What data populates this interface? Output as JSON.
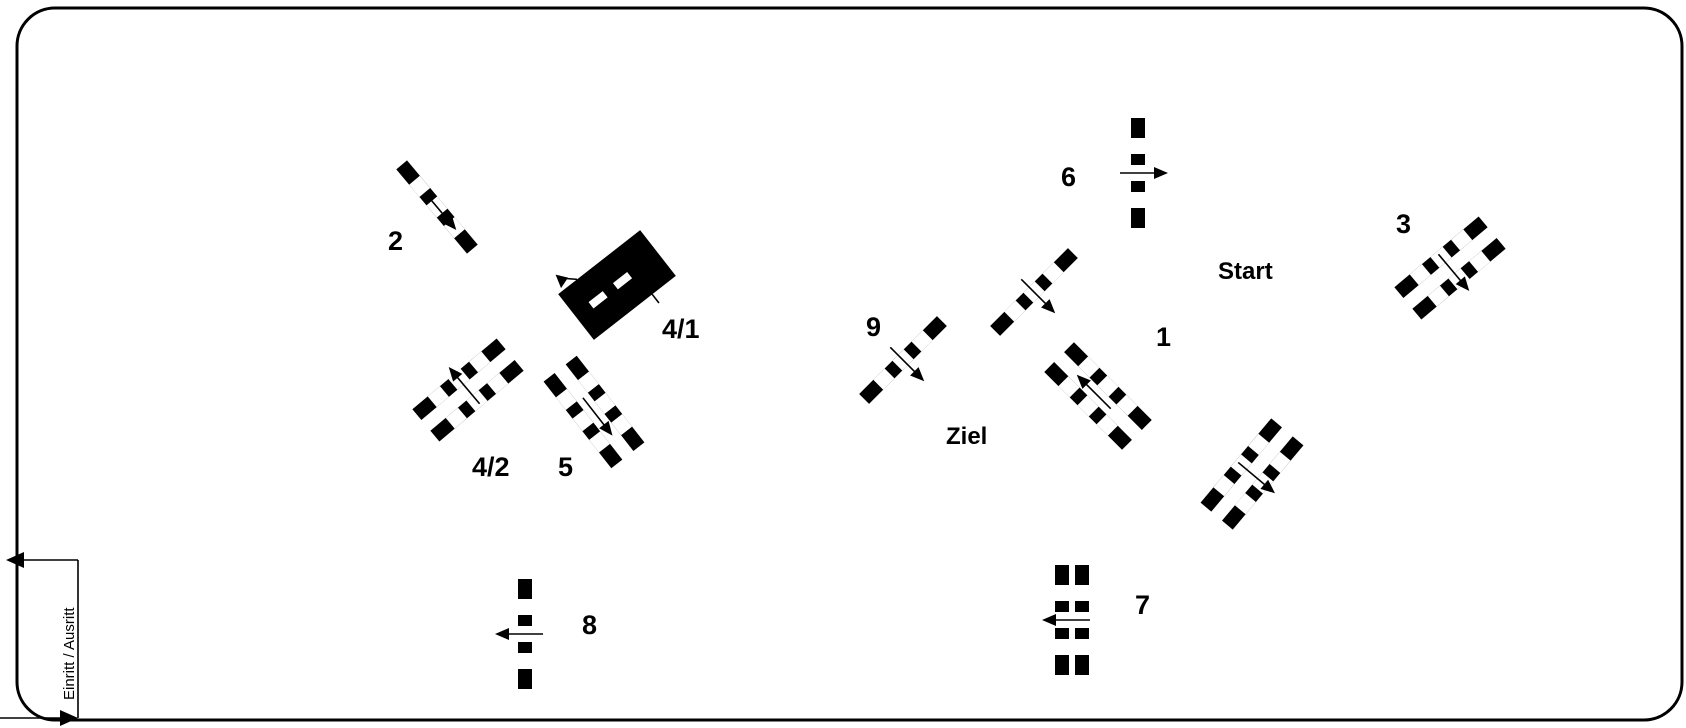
{
  "course": {
    "entry_label": "Einritt / Ausritt",
    "start_label": "Start",
    "finish_label": "Ziel",
    "obstacle_numbers": [
      "1",
      "2",
      "3",
      "4/1",
      "4/2",
      "5",
      "6",
      "7",
      "8",
      "9"
    ]
  },
  "colors": {
    "pole": "#000000",
    "pole_stripe": "#ffffff",
    "arena_border": "#000000"
  },
  "icons": {
    "direction": "arrow-icon"
  }
}
